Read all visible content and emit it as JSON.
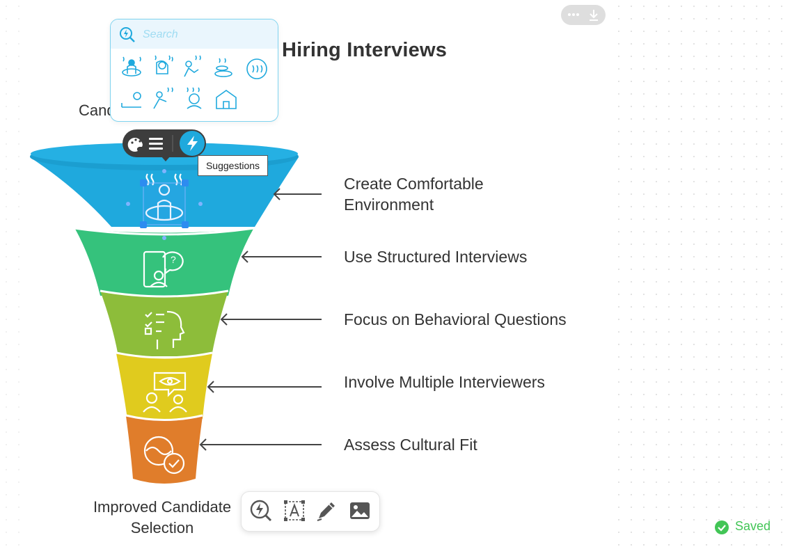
{
  "diagram": {
    "title": "Hiring Interviews",
    "top_label": "Cand",
    "bottom_label": "Improved Candidate Selection",
    "steps": [
      {
        "label": "Create Comfortable Environment",
        "color": "#1fa9dd",
        "icon": "person-relax-icon"
      },
      {
        "label": "Use Structured Interviews",
        "color": "#35c27c",
        "icon": "structured-interview-icon"
      },
      {
        "label": "Focus on Behavioral Questions",
        "color": "#8dbd3a",
        "icon": "behavior-head-icon"
      },
      {
        "label": "Involve Multiple Interviewers",
        "color": "#e0cb1e",
        "icon": "multiple-interviewers-icon"
      },
      {
        "label": "Assess Cultural Fit",
        "color": "#e07d2b",
        "icon": "cultural-fit-icon"
      }
    ]
  },
  "suggestions_popup": {
    "search_placeholder": "Search",
    "icons": [
      "relax-person-icon",
      "relax-head-icon",
      "stretch-person-icon",
      "spa-stones-icon",
      "steam-circle-icon",
      "gear-bed-icon",
      "massage-icon",
      "sauna-head-icon",
      "sauna-house-icon"
    ]
  },
  "node_toolbar": {
    "buttons": [
      "palette-icon",
      "style-lines-icon",
      "lightning-icon"
    ],
    "tooltip": "Suggestions"
  },
  "bottom_toolbar": {
    "buttons": [
      "ai-search-icon",
      "text-box-icon",
      "pen-icon",
      "image-icon"
    ]
  },
  "top_pill": {
    "buttons": [
      "more-icon",
      "download-icon"
    ]
  },
  "status": {
    "saved_label": "Saved",
    "accent": "#42c556"
  }
}
